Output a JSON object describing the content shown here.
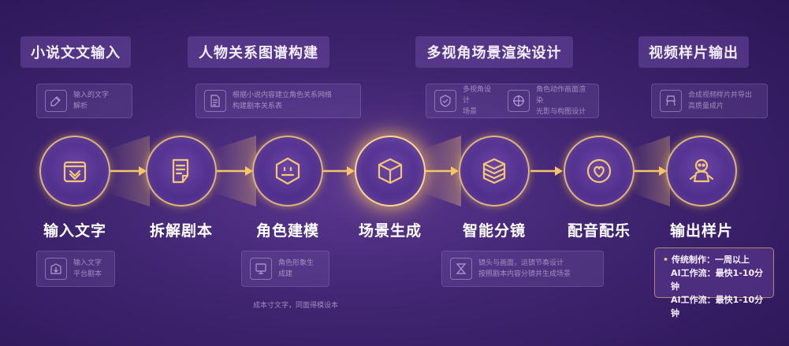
{
  "stage_labels": [
    {
      "text": "小说文文输入"
    },
    {
      "text": "人物关系图谱构建"
    },
    {
      "text": "多视角场景渲染设计"
    },
    {
      "text": "视频样片输出"
    }
  ],
  "nodes": [
    {
      "label": "输入文字",
      "icon": "inbox-download-icon"
    },
    {
      "label": "拆解剧本",
      "icon": "document-edit-icon"
    },
    {
      "label": "角色建模",
      "icon": "character-hexagon-icon"
    },
    {
      "label": "场景生成",
      "icon": "cube-box-icon"
    },
    {
      "label": "智能分镜",
      "icon": "layered-stack-icon"
    },
    {
      "label": "配音配乐",
      "icon": "heart-circle-icon"
    },
    {
      "label": "输出样片",
      "icon": "robot-icon"
    }
  ],
  "top_cards": [
    {
      "icon": "edit-tag-icon",
      "text": "输入的文字\n解析"
    },
    {
      "icon": "document-icon",
      "text": "根据小说内容建立角色关系网络\n构建剧本关系表"
    },
    {
      "icon_a": "shield-icon",
      "text_a": "多视角设计\n场景",
      "icon_b": "crosshair-icon",
      "text_b": "角色动作画面渲染\n光影与构图设计"
    },
    {
      "icon": "chair-icon",
      "text": "合成视频样片并导出\n高质量成片"
    }
  ],
  "bottom_cards": [
    {
      "icon": "download-box-icon",
      "text": "输入文字\n平台剧本"
    },
    {
      "icon": "monitor-icon",
      "text": "角色形象生\n成建"
    },
    {
      "icon": "hourglass-icon",
      "text": "镜头与画面，运镜节奏设计\n按照剧本内容分镜并生成场景"
    }
  ],
  "footnote": "成本寸文字，同面得模设本",
  "compare": {
    "line1": "传统制作：一周以上",
    "line2": "AI工作流：最快1-10分钟",
    "line3": "AI工作流：最快1-10分钟"
  },
  "colors": {
    "accent_gold": "#f2c770",
    "background": "#3f2470"
  }
}
